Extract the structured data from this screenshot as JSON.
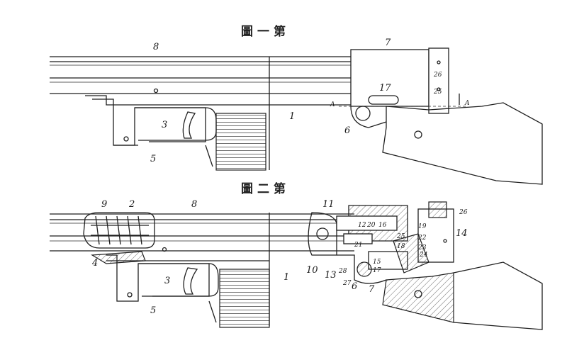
{
  "figures": [
    {
      "title": "圖一第",
      "labels": [
        "8",
        "7",
        "26",
        "25",
        "17",
        "A",
        "A",
        "1",
        "3",
        "5",
        "6"
      ]
    },
    {
      "title": "圖二第",
      "labels": [
        "9",
        "2",
        "8",
        "11",
        "26",
        "4",
        "3",
        "5",
        "1",
        "12",
        "20",
        "16",
        "19",
        "22",
        "14",
        "21",
        "25",
        "18",
        "23",
        "24",
        "10",
        "13",
        "28",
        "27",
        "6",
        "15",
        "17",
        "7"
      ]
    }
  ],
  "colors": {
    "ink": "#1f1f1f",
    "paper": "#ffffff"
  }
}
